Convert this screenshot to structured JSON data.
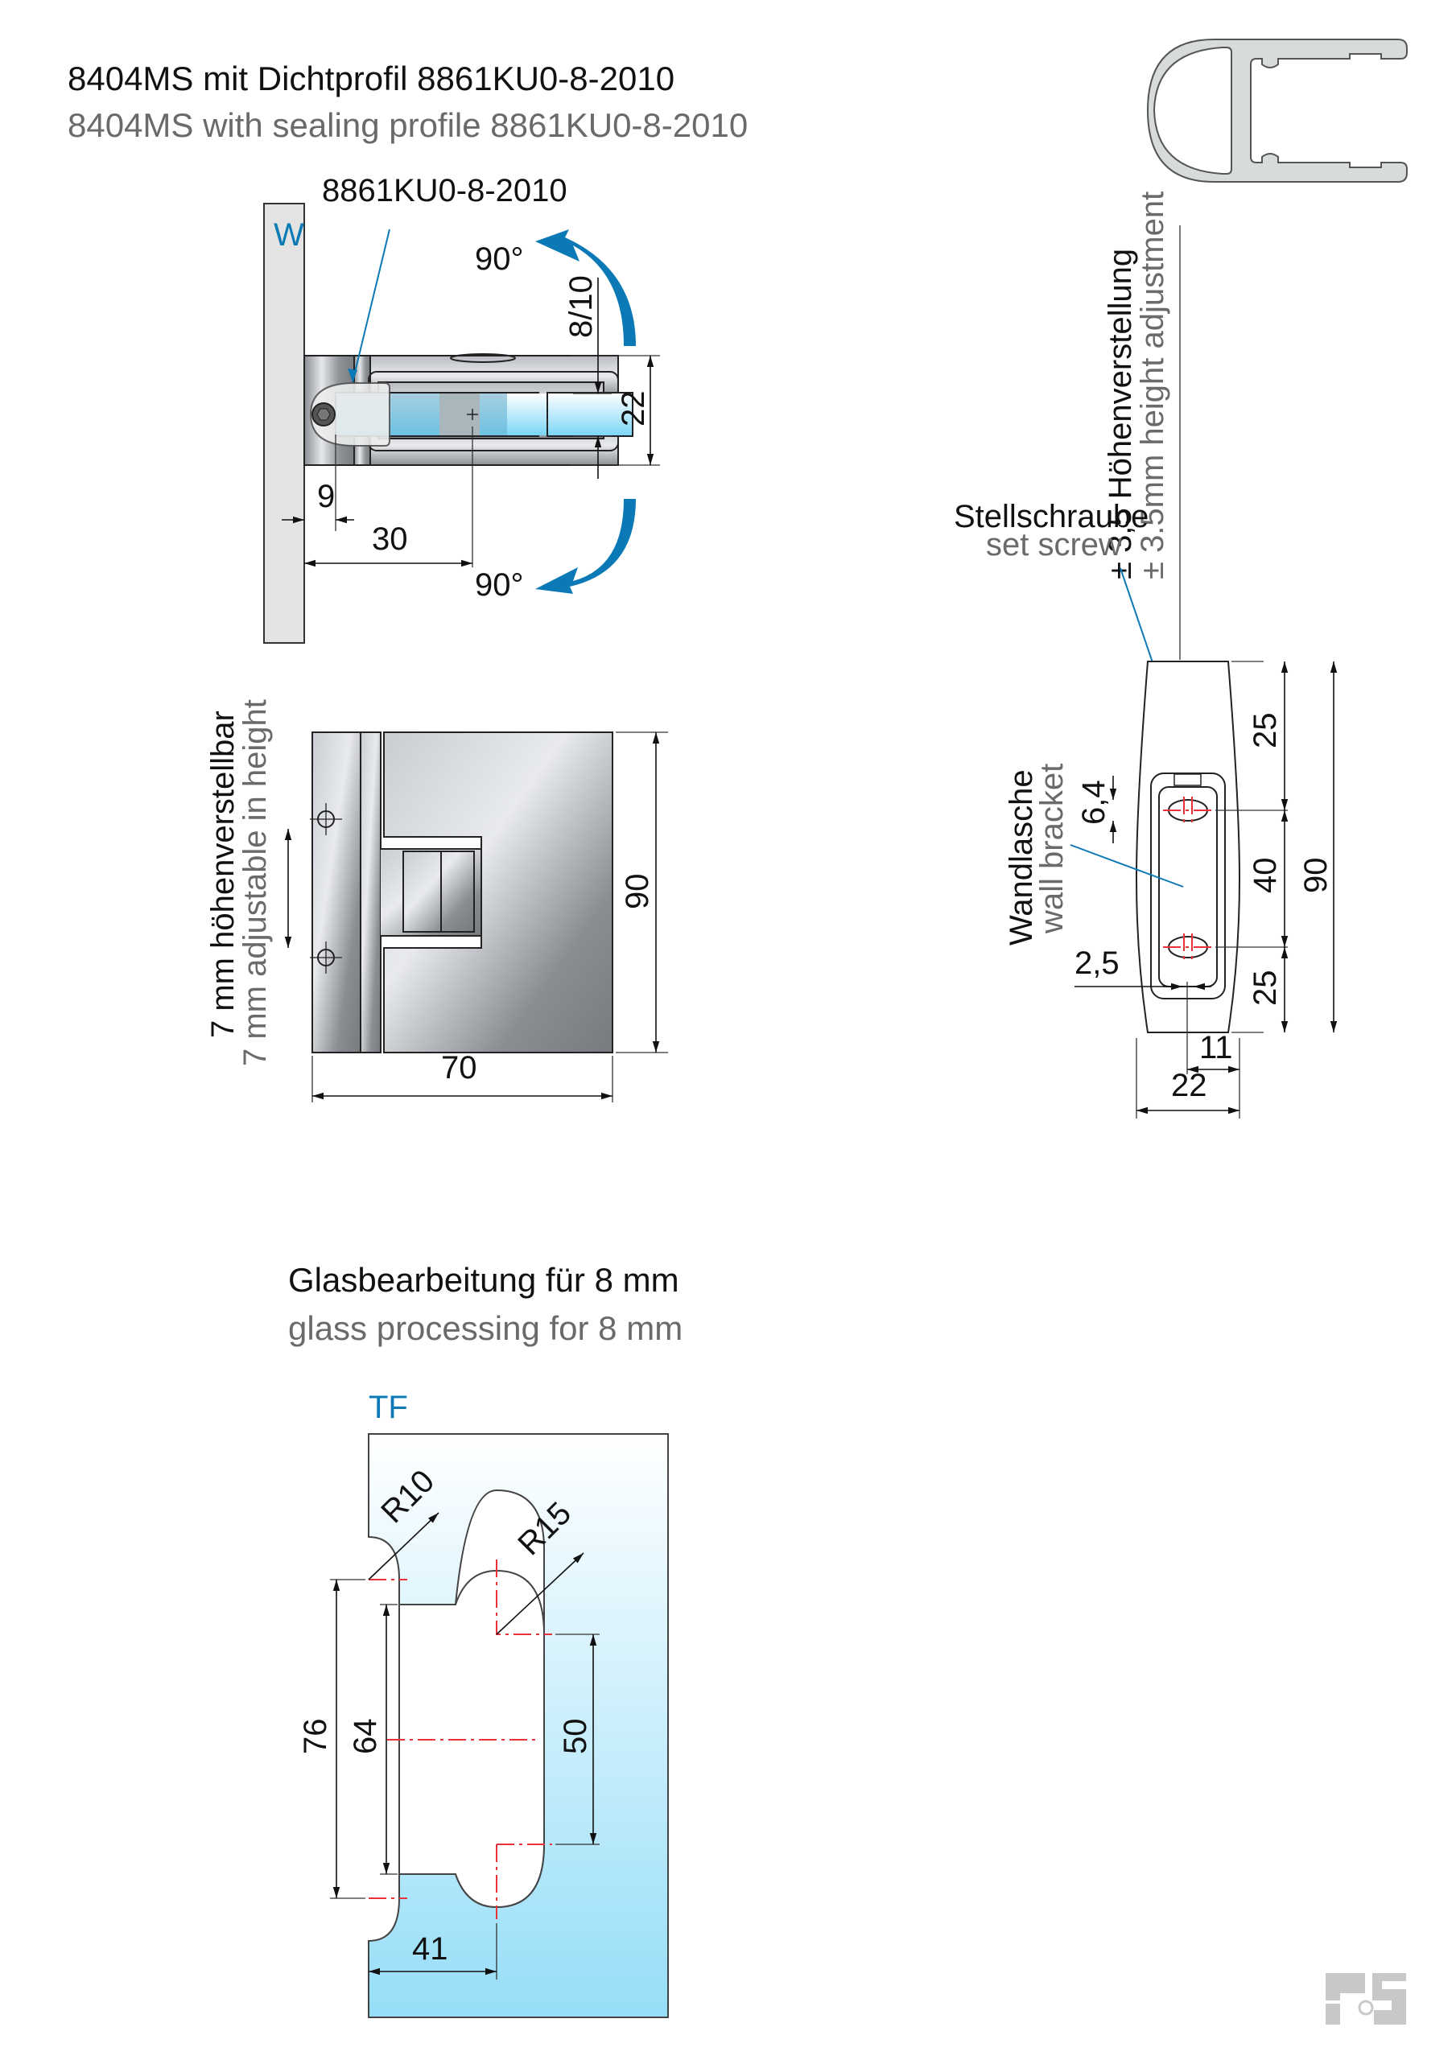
{
  "header": {
    "title_de": "8404MS mit Dichtprofil 8861KU0-8-2010",
    "title_en": "8404MS with sealing profile 8861KU0-8-2010"
  },
  "top_view": {
    "wall_label": "W",
    "profile_callout": "8861KU0-8-2010",
    "rotation_up": "90°",
    "rotation_down": "90°",
    "dim_glass_thickness": "8/10",
    "dim_height": "22",
    "dim_wall_to_glass": "9",
    "dim_wall_to_axis": "30"
  },
  "front_view": {
    "label_de": "7 mm höhenverstellbar",
    "label_en": "7 mm adjustable in height",
    "dim_height": "90",
    "dim_width": "70"
  },
  "side_view": {
    "adjust_de": "± 3,5 Höhenverstellung",
    "adjust_en": "± 3.5mm height adjustment",
    "set_screw_de": "Stellschraube",
    "set_screw_en": "set screw",
    "bracket_de": "Wandlasche",
    "bracket_en": "wall bracket",
    "dim_top": "25",
    "dim_middle": "40",
    "dim_bottom": "25",
    "dim_total": "90",
    "dim_hole": "6,4",
    "dim_slot": "2,5",
    "dim_half_width": "11",
    "dim_width": "22"
  },
  "glass_processing": {
    "title_de": "Glasbearbeitung für 8 mm",
    "title_en": "glass processing for 8 mm",
    "label": "TF",
    "radius_small": "R10",
    "radius_large": "R15",
    "dim_76": "76",
    "dim_64": "64",
    "dim_50": "50",
    "dim_41": "41"
  },
  "logo": {
    "icon": "rs-logo-icon"
  },
  "colors": {
    "accent_blue": "#0b79b6",
    "glass_blue": "#8fdcf7",
    "wall_grey": "#e3e3e3",
    "centerline_red": "#e8323a"
  }
}
